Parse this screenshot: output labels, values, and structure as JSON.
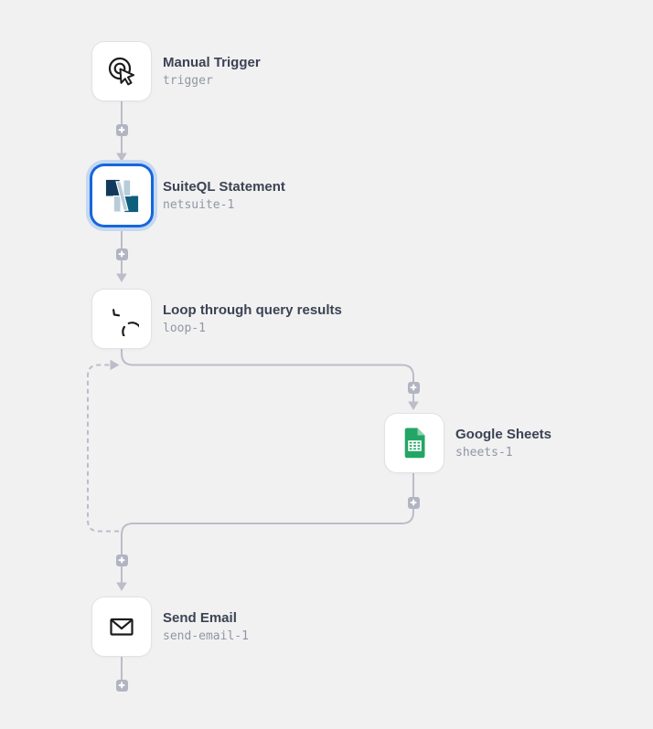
{
  "canvas": {
    "kind": "workflow-builder-canvas",
    "background_color": "#f1f1f2"
  },
  "colors": {
    "connector": "#bcbdc9",
    "selection_border": "#1566dd",
    "selection_ring": "#c5d8f0",
    "card_background": "#ffffff",
    "title_text": "#3c4353",
    "subtitle_text": "#9196a2",
    "plus_button": "#b2b4c1",
    "sheets_green": "#23a566",
    "sheets_fold_green": "#8ed0ae",
    "netsuite_navy": "#12395b",
    "netsuite_teal": "#0e5e7e",
    "netsuite_light": "#b7cdd9"
  },
  "nodes": [
    {
      "title": "Manual Trigger",
      "name": "trigger",
      "icon": "manual-trigger-icon",
      "selected": false
    },
    {
      "title": "SuiteQL Statement",
      "name": "netsuite-1",
      "icon": "netsuite-icon",
      "selected": true
    },
    {
      "title": "Loop through query results",
      "name": "loop-1",
      "icon": "loop-icon",
      "selected": false
    },
    {
      "title": "Google Sheets",
      "name": "sheets-1",
      "icon": "google-sheets-icon",
      "selected": false
    },
    {
      "title": "Send Email",
      "name": "send-email-1",
      "icon": "email-icon",
      "selected": false
    }
  ],
  "add_step_buttons": {
    "count": 6,
    "icon": "plus-icon"
  },
  "loop_back_edge": {
    "style": "dashed",
    "arrow": "right"
  }
}
